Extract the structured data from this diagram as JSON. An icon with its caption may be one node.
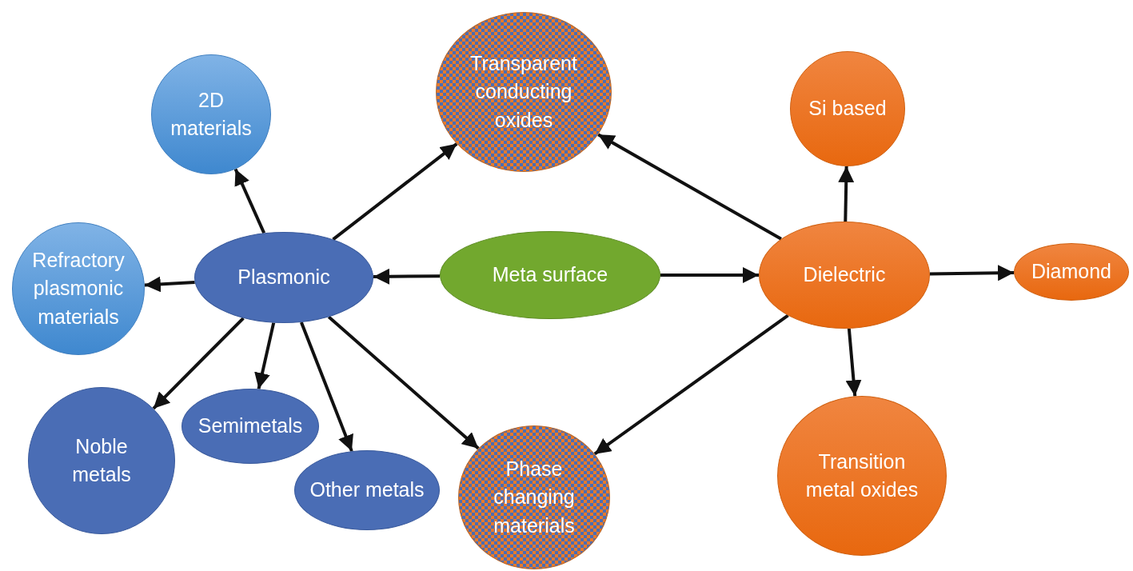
{
  "diagram": {
    "nodes": [
      {
        "text": [
          "Meta surface"
        ]
      },
      {
        "text": [
          "Plasmonic"
        ]
      },
      {
        "text": [
          "Dielectric"
        ]
      },
      {
        "text": [
          "2D materials"
        ]
      },
      {
        "text": [
          "Refractory plasmonic materials"
        ]
      },
      {
        "text": [
          "Noble metals"
        ]
      },
      {
        "text": [
          "Semimetals"
        ]
      },
      {
        "text": [
          "Other metals"
        ]
      },
      {
        "text": [
          "Transparent conducting oxides"
        ]
      },
      {
        "text": [
          "Phase changing materials"
        ]
      },
      {
        "text": [
          "Si based"
        ]
      },
      {
        "text": [
          "Diamond"
        ]
      },
      {
        "text": [
          "Transition metal oxides"
        ]
      }
    ],
    "edges": [
      {
        "from": 0,
        "to": 1,
        "arrow": "to"
      },
      {
        "from": 0,
        "to": 2,
        "arrow": "to"
      },
      {
        "from": 1,
        "to": 3,
        "arrow": "to"
      },
      {
        "from": 1,
        "to": 4,
        "arrow": "to"
      },
      {
        "from": 1,
        "to": 5,
        "arrow": "to"
      },
      {
        "from": 1,
        "to": 6,
        "arrow": "to"
      },
      {
        "from": 1,
        "to": 7,
        "arrow": "to"
      },
      {
        "from": 1,
        "to": 8,
        "arrow": "to"
      },
      {
        "from": 1,
        "to": 9,
        "arrow": "to"
      },
      {
        "from": 2,
        "to": 8,
        "arrow": "to"
      },
      {
        "from": 2,
        "to": 10,
        "arrow": "to"
      },
      {
        "from": 2,
        "to": 11,
        "arrow": "to"
      },
      {
        "from": 2,
        "to": 12,
        "arrow": "to"
      },
      {
        "from": 2,
        "to": 9,
        "arrow": "to"
      }
    ]
  }
}
